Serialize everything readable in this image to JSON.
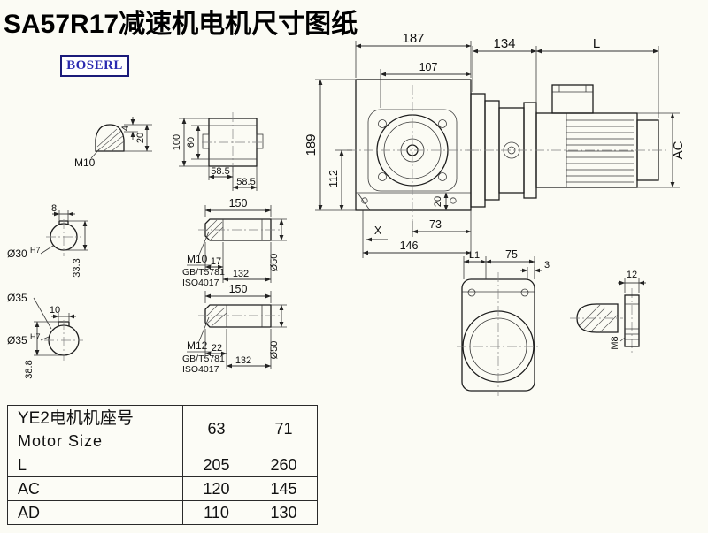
{
  "title": "SA57R17减速机电机尺寸图纸",
  "logo": "BOSERL",
  "key_detail": {
    "thread": "M10",
    "d4": "4",
    "d20": "20"
  },
  "top_view": {
    "d100": "100",
    "d60": "60",
    "d585a": "58.5",
    "d585b": "58.5"
  },
  "main_view": {
    "d187": "187",
    "d107": "107",
    "d189": "189",
    "d112": "112",
    "d20": "20",
    "d73": "73",
    "d146": "146",
    "x_mark": "X"
  },
  "motor_view": {
    "d134": "134",
    "dL": "L",
    "dAC": "AC"
  },
  "bore30": {
    "d8": "8",
    "dia": "Ø30",
    "tol": "H7",
    "d333": "33.3"
  },
  "bore35": {
    "label": "Ø35",
    "d10": "10",
    "dia": "Ø35",
    "tol": "H7",
    "d388": "38.8"
  },
  "shaft1": {
    "d150": "150",
    "thread": "M10",
    "std1": "GB/T5781",
    "std2": "ISO4017",
    "d17": "17",
    "d132": "132",
    "dia": "Ø50"
  },
  "shaft2": {
    "d150": "150",
    "thread": "M12",
    "std1": "GB/T5781",
    "std2": "ISO4017",
    "d22": "22",
    "d132": "132",
    "dia": "Ø50"
  },
  "flange": {
    "dL1": "L1",
    "d75": "75",
    "d3": "3"
  },
  "stud": {
    "d12": "12",
    "thread": "M8"
  },
  "table": {
    "header": {
      "line1": "YE2电机机座号",
      "line2": "Motor Size",
      "size1": "63",
      "size2": "71"
    },
    "rows": [
      {
        "label": "L",
        "v1": "205",
        "v2": "260"
      },
      {
        "label": "AC",
        "v1": "120",
        "v2": "145"
      },
      {
        "label": "AD",
        "v1": "110",
        "v2": "130"
      }
    ]
  }
}
